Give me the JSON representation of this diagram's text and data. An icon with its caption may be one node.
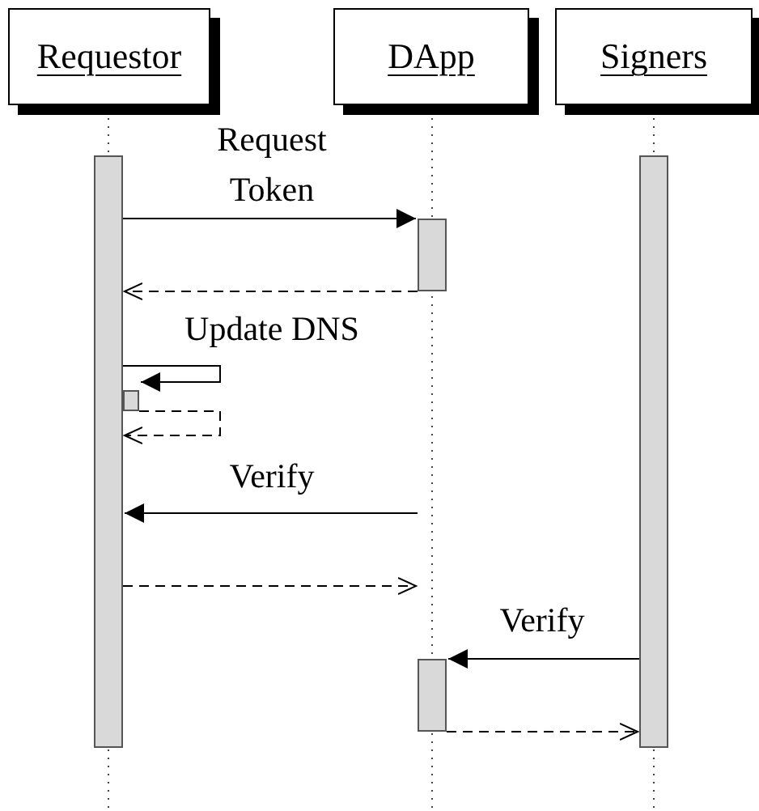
{
  "diagram": {
    "nodes": [
      {
        "text": [
          "Requestor"
        ]
      },
      {
        "text": [
          "DApp"
        ]
      },
      {
        "text": [
          "Signers"
        ]
      },
      {
        "text": [],
        "shape": "bar"
      },
      {
        "text": [],
        "shape": "bar"
      },
      {
        "text": [],
        "shape": "bar"
      },
      {
        "text": [],
        "shape": "bar"
      },
      {
        "text": [],
        "shape": "bar"
      }
    ],
    "edges": [
      {
        "from": 3,
        "to": 4,
        "arrow": "to",
        "label": "Request Token"
      },
      {
        "from": 4,
        "to": 3,
        "arrow": "to",
        "style": "dashed"
      },
      {
        "from": 3,
        "to": 5,
        "arrow": "to",
        "label": "Update DNS"
      },
      {
        "from": 5,
        "to": 3,
        "arrow": "to",
        "style": "dashed"
      },
      {
        "from": null,
        "to": 3,
        "arrow": "to",
        "label": "Verify"
      },
      {
        "from": 3,
        "to": null,
        "arrow": "to",
        "style": "dashed"
      },
      {
        "from": 7,
        "to": 6,
        "arrow": "to",
        "label": "Verify"
      },
      {
        "from": 6,
        "to": 7,
        "arrow": "to",
        "style": "dashed"
      }
    ]
  }
}
